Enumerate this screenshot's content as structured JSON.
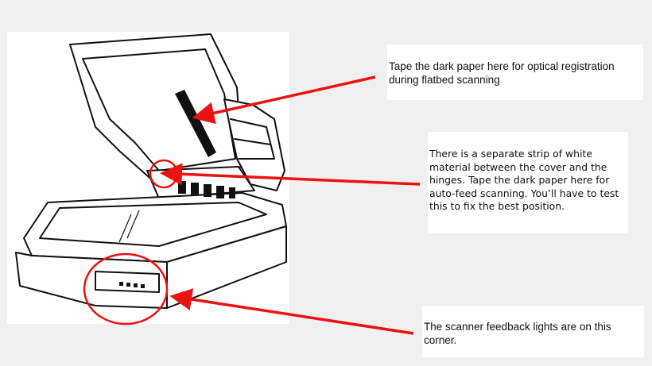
{
  "annotations": [
    {
      "id": "optical",
      "text": "Tape the dark paper here for optical registration during flatbed scanning"
    },
    {
      "id": "autofeed",
      "text": "There is a separate strip of white material between the cover and the hinges. Tape the dark paper here for auto-feed scanning. You’ll have to test this to fix the best position."
    },
    {
      "id": "lights",
      "text": "The scanner feedback lights are on this corner."
    }
  ],
  "colors": {
    "arrow": "#ee1111",
    "line_art": "#111111",
    "background": "#f0f0f0"
  }
}
